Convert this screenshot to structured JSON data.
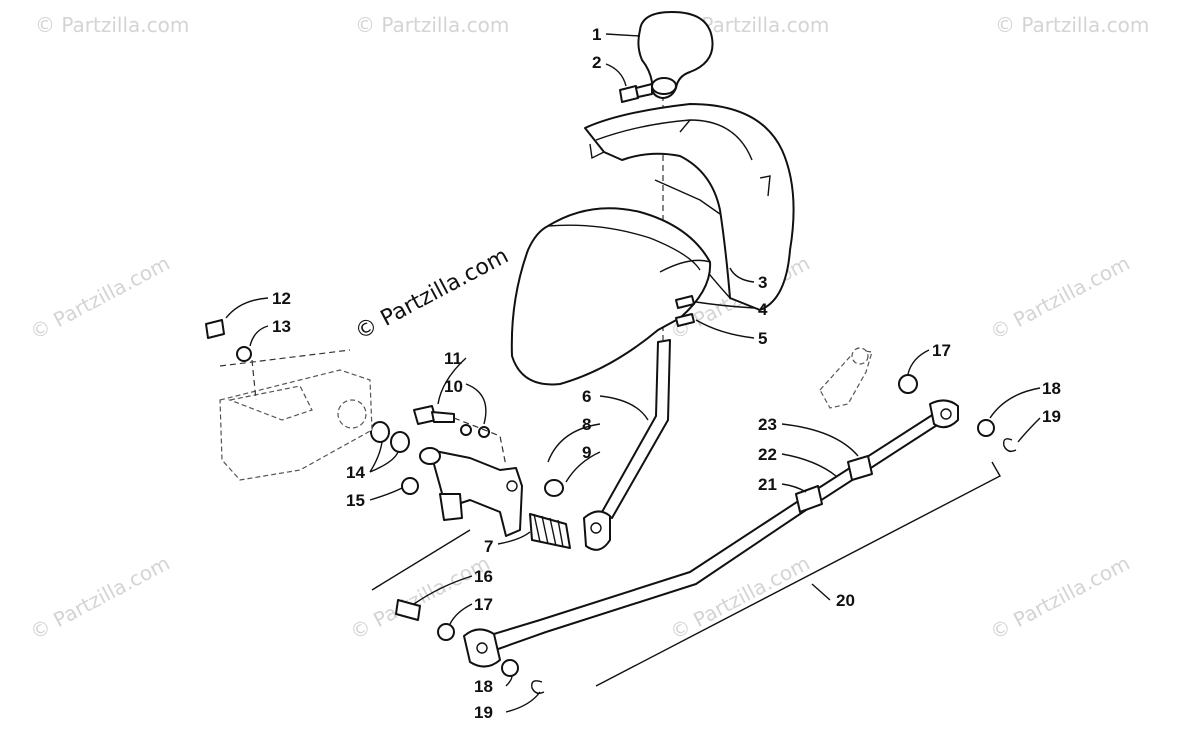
{
  "watermark": {
    "repeat_text": "© Partzilla.com",
    "main_text": "© Partzilla.com"
  },
  "callouts": [
    {
      "id": "c1",
      "text": "1"
    },
    {
      "id": "c2",
      "text": "2"
    },
    {
      "id": "c3",
      "text": "3"
    },
    {
      "id": "c4",
      "text": "4"
    },
    {
      "id": "c5",
      "text": "5"
    },
    {
      "id": "c6",
      "text": "6"
    },
    {
      "id": "c7",
      "text": "7"
    },
    {
      "id": "c8",
      "text": "8"
    },
    {
      "id": "c9",
      "text": "9"
    },
    {
      "id": "c10",
      "text": "10"
    },
    {
      "id": "c11",
      "text": "11"
    },
    {
      "id": "c12",
      "text": "12"
    },
    {
      "id": "c13",
      "text": "13"
    },
    {
      "id": "c14",
      "text": "14"
    },
    {
      "id": "c15",
      "text": "15"
    },
    {
      "id": "c16",
      "text": "16"
    },
    {
      "id": "c17a",
      "text": "17"
    },
    {
      "id": "c17b",
      "text": "17"
    },
    {
      "id": "c18a",
      "text": "18"
    },
    {
      "id": "c18b",
      "text": "18"
    },
    {
      "id": "c19a",
      "text": "19"
    },
    {
      "id": "c19b",
      "text": "19"
    },
    {
      "id": "c20",
      "text": "20"
    },
    {
      "id": "c21",
      "text": "21"
    },
    {
      "id": "c22",
      "text": "22"
    },
    {
      "id": "c23",
      "text": "23"
    }
  ]
}
